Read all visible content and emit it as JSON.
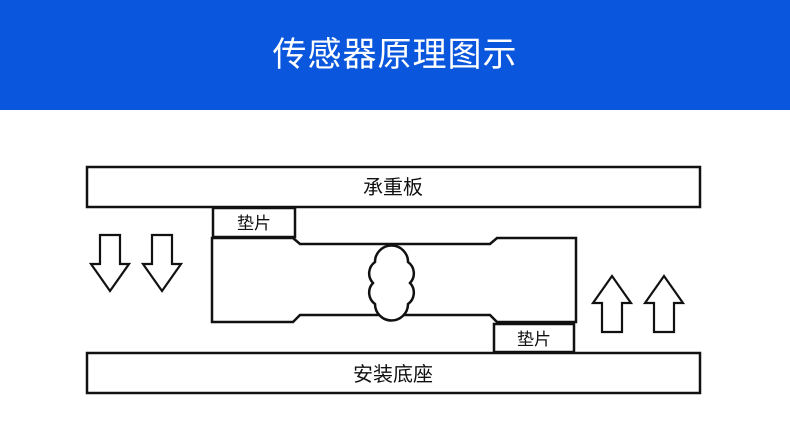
{
  "header": {
    "title": "传感器原理图示",
    "background_color": "#0a56dc",
    "text_color": "#ffffff"
  },
  "diagram": {
    "top_plate_label": "承重板",
    "top_pad_label": "垫片",
    "bottom_pad_label": "垫片",
    "base_label": "安装底座",
    "down_arrow_count": 2,
    "up_arrow_count": 2,
    "stroke_color": "#111111"
  }
}
